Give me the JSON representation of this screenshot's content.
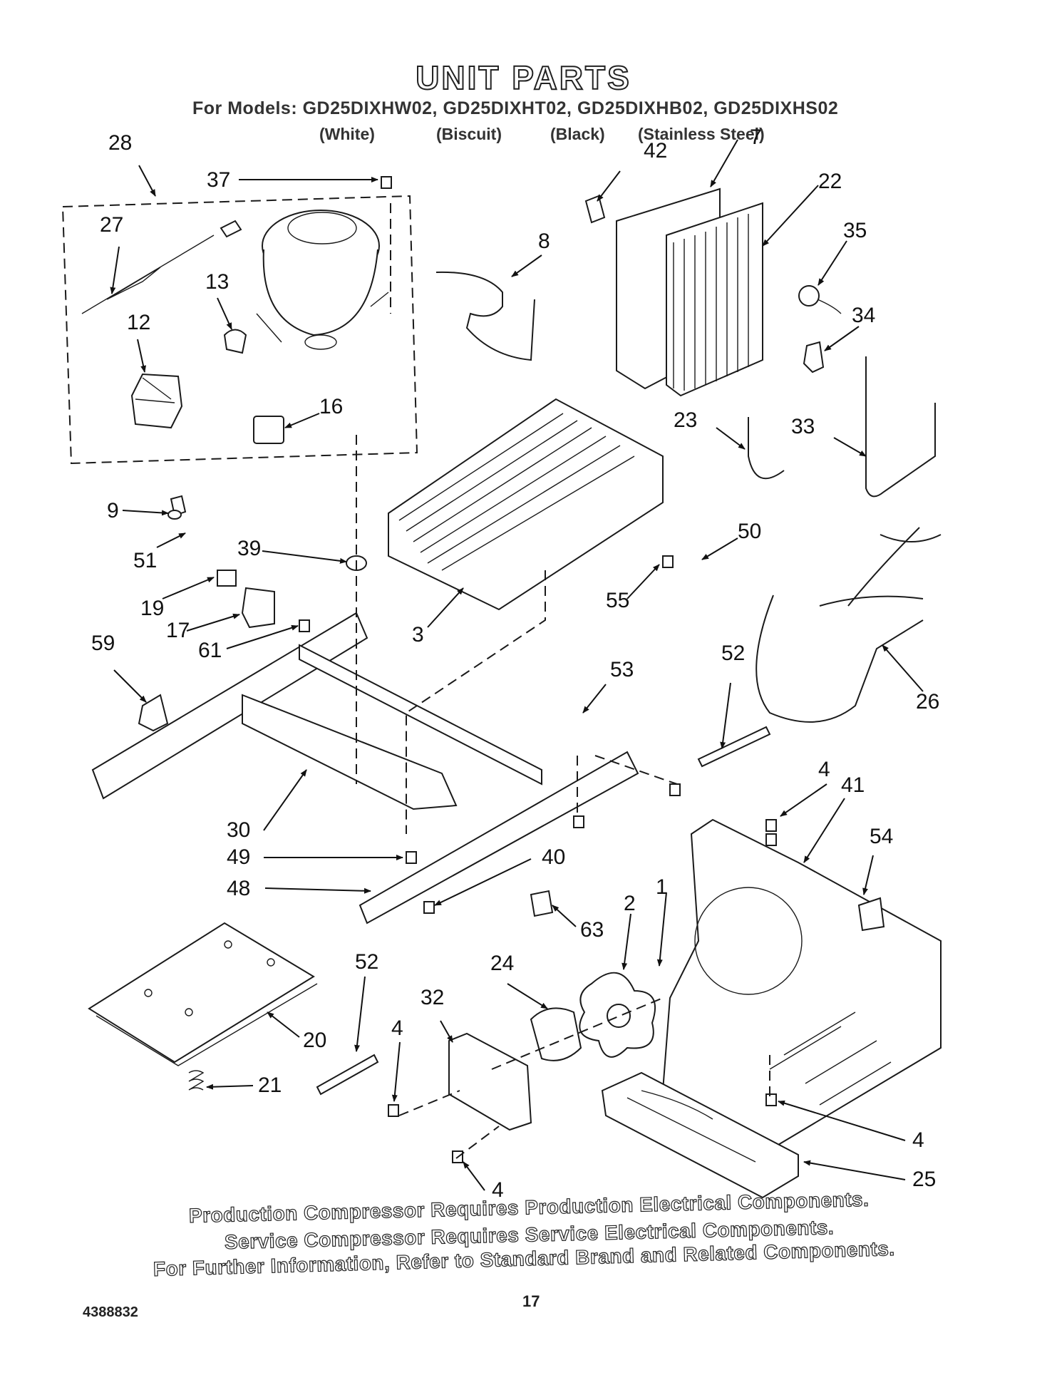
{
  "header": {
    "title": "UNIT PARTS",
    "models_line": "For Models: GD25DIXHW02, GD25DIXHT02, GD25DIXHB02, GD25DIXHS02",
    "colors": [
      "(White)",
      "(Biscuit)",
      "(Black)",
      "(Stainless Steel)"
    ]
  },
  "callouts": [
    "28",
    "37",
    "42",
    "7",
    "22",
    "27",
    "13",
    "8",
    "35",
    "12",
    "34",
    "16",
    "23",
    "33",
    "9",
    "51",
    "39",
    "50",
    "19",
    "55",
    "17",
    "61",
    "3",
    "59",
    "52",
    "53",
    "26",
    "4",
    "41",
    "30",
    "54",
    "49",
    "40",
    "48",
    "63",
    "1",
    "2",
    "52",
    "24",
    "32",
    "20",
    "4",
    "21",
    "4",
    "25",
    "4"
  ],
  "footer": {
    "notes": [
      "Production Compressor Requires Production Electrical Components.",
      "Service Compressor Requires Service Electrical Components.",
      "For Further Information, Refer to Standard Brand and Related Components."
    ],
    "doc_number": "4388832",
    "page_number": "17"
  }
}
